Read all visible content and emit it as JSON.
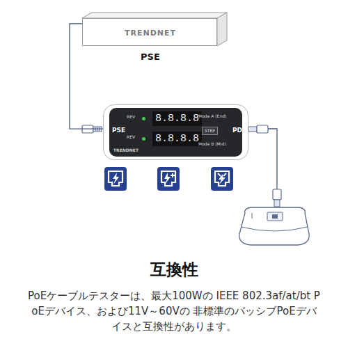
{
  "diagram": {
    "title": "互換性",
    "caption": "PoEケーブルテスターは、最大100Wの IEEE 802.3af/at/bt PoEデバイス、および11V～60Vの 非標準のパッシブPoEデバイスと互換性があります。",
    "nodes": [
      {
        "text": [
          "TRENDNET",
          "PSE"
        ]
      },
      {
        "text": [
          "PSE",
          "REV",
          "REV",
          "8.8.8.8",
          "8.8.8.8",
          "Mode A (End)",
          "STEP",
          "Mode B (Mid)",
          "PD",
          "TRENDNET"
        ]
      }
    ],
    "edges": [
      {
        "from": 0,
        "to": 1,
        "arrow": "none"
      }
    ]
  }
}
